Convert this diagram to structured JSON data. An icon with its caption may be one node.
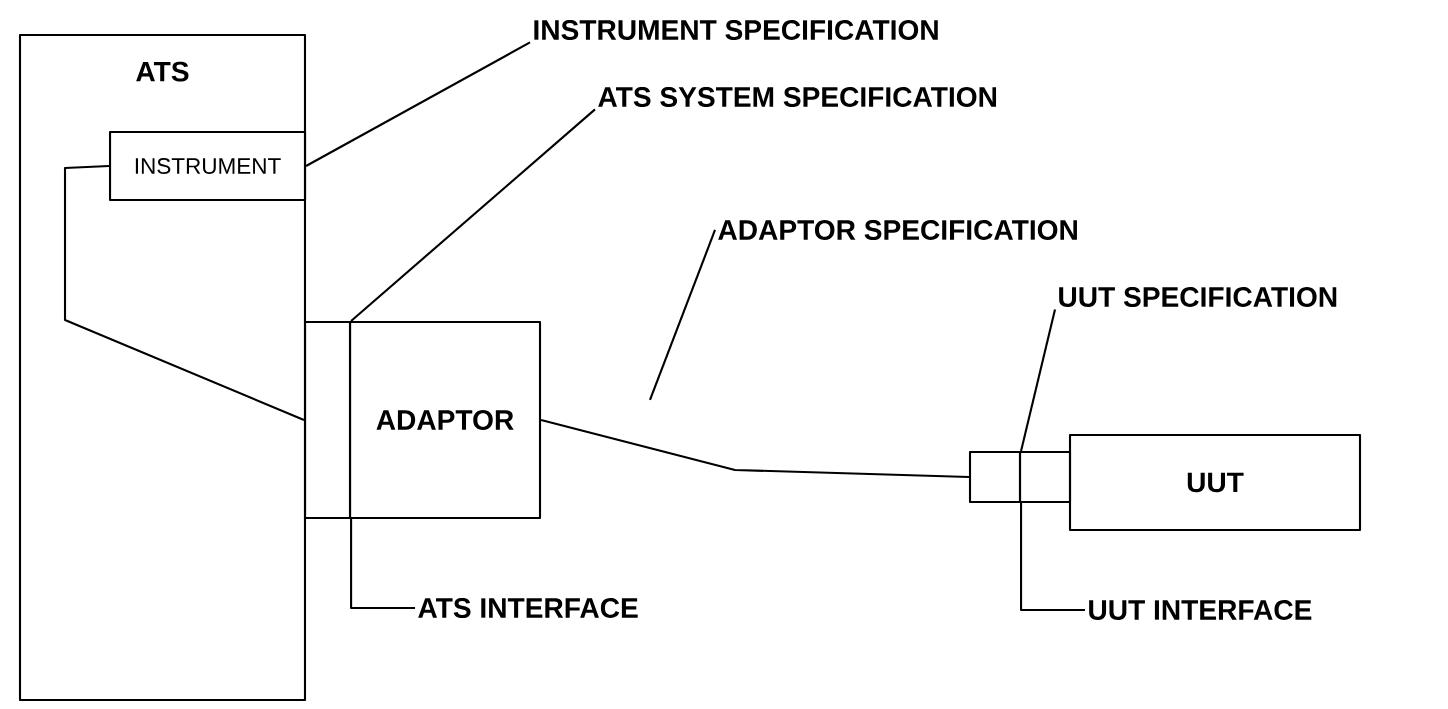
{
  "diagram": {
    "nodes": [
      {
        "text": [
          "ATS"
        ]
      },
      {
        "text": [
          "INSTRUMENT"
        ],
        "in": 0
      },
      {
        "text": [],
        "shape": "box"
      },
      {
        "text": [
          "ADAPTOR"
        ]
      },
      {
        "text": [],
        "shape": "box"
      },
      {
        "text": [],
        "shape": "box"
      },
      {
        "text": [
          "UUT"
        ]
      },
      {
        "text": [
          "INSTRUMENT SPECIFICATION"
        ]
      },
      {
        "text": [
          "ATS SYSTEM SPECIFICATION"
        ]
      },
      {
        "text": [
          "ADAPTOR SPECIFICATION"
        ]
      },
      {
        "text": [
          "UUT SPECIFICATION"
        ]
      },
      {
        "text": [
          "ATS INTERFACE"
        ]
      },
      {
        "text": [
          "UUT INTERFACE"
        ]
      }
    ],
    "edges": [
      {
        "from": 1,
        "to": 2,
        "arrow": "none"
      },
      {
        "from": 3,
        "to": 4,
        "arrow": "none"
      },
      {
        "from": 7,
        "to": 1,
        "arrow": "none"
      },
      {
        "from": 8,
        "to": 2,
        "arrow": "none"
      },
      {
        "from": 9,
        "to": null,
        "arrow": "none"
      },
      {
        "from": 10,
        "to": 4,
        "arrow": "none"
      },
      {
        "from": 11,
        "to": 2,
        "arrow": "none"
      },
      {
        "from": 12,
        "to": 4,
        "arrow": "none"
      }
    ]
  }
}
